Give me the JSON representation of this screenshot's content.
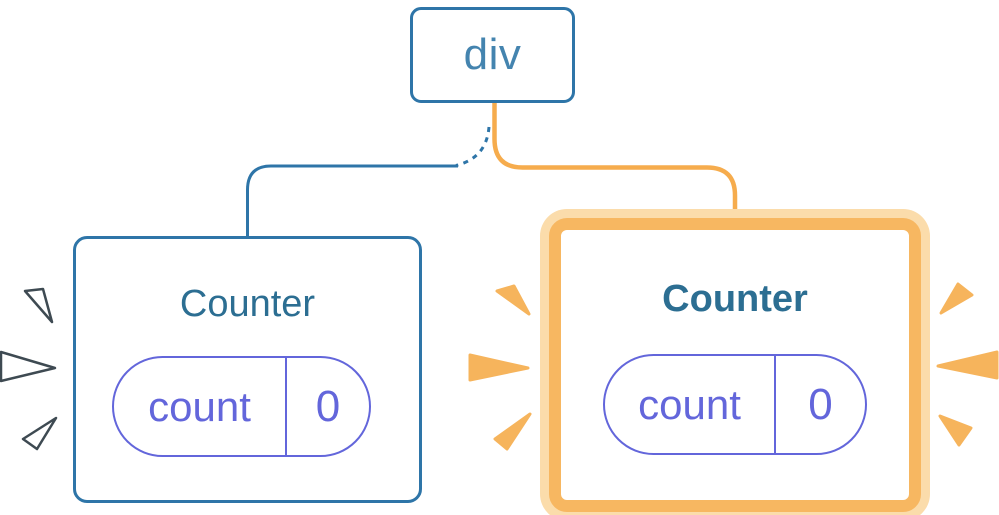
{
  "diagram": {
    "root": {
      "label": "div"
    },
    "counters": [
      {
        "title": "Counter",
        "state_key": "count",
        "state_value": "0",
        "highlighted": false
      },
      {
        "title": "Counter",
        "state_key": "count",
        "state_value": "0",
        "highlighted": true
      }
    ],
    "colors": {
      "blue_border": "#2E75A8",
      "blue_root_label": "#4484AF",
      "blue_title": "#2C6E92",
      "purple_state": "#6366DB",
      "orange_border": "#F7B761",
      "orange_outer_ring": "#FBDCAB",
      "orange_connector_core": "#F6AC4D",
      "orange_spark": "#F6B45C",
      "white_spark": "#FFFFFF",
      "spark_outline": "#3E4A52"
    }
  }
}
